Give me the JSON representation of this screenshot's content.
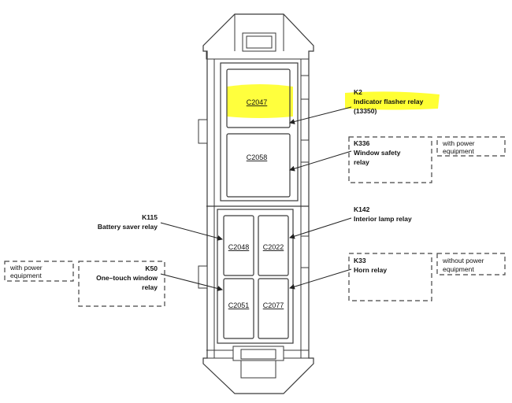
{
  "colors": {
    "highlight": "#ffff33",
    "line": "#3a3a3a",
    "cavity_fill": "#ffffff",
    "body_fill": "#ffffff"
  },
  "connectors": {
    "c2047": "C2047",
    "c2058": "C2058",
    "c2048": "C2048",
    "c2022": "C2022",
    "c2051": "C2051",
    "c2077": "C2077"
  },
  "relays": {
    "k2": {
      "id": "K2",
      "line1": "Indicator flasher relay",
      "line2": "(13350)"
    },
    "k336": {
      "id": "K336",
      "line1": "Window safety",
      "line2": "relay"
    },
    "k115": {
      "id": "K115",
      "line1": "Battery saver relay"
    },
    "k142": {
      "id": "K142",
      "line1": "Interior lamp relay"
    },
    "k50": {
      "id": "K50",
      "line1": "One–touch window",
      "line2": "relay"
    },
    "k33": {
      "id": "K33",
      "line1": "Horn relay"
    }
  },
  "notes": {
    "with_power_right": {
      "line1": "with power",
      "line2": "equipment"
    },
    "with_power_left": {
      "line1": "with power",
      "line2": "equipment"
    },
    "without_power_right": {
      "line1": "without power",
      "line2": "equipment"
    }
  }
}
